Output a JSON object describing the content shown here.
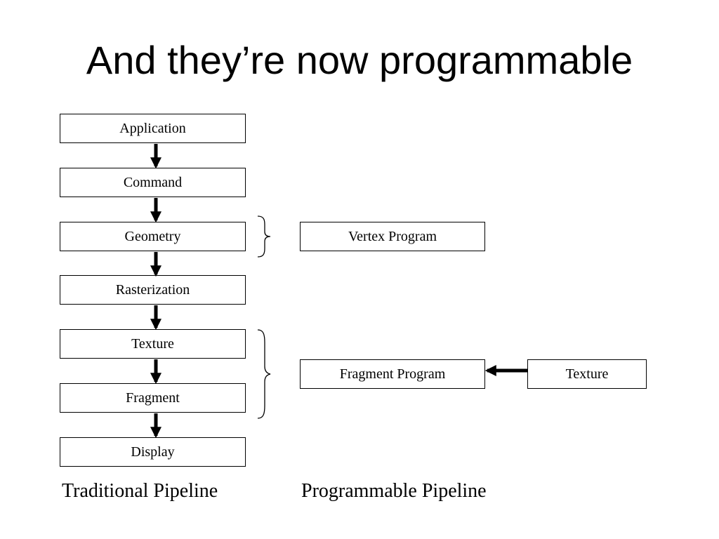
{
  "slide": {
    "title": "And they’re now programmable"
  },
  "traditional": {
    "caption": "Traditional Pipeline",
    "stages": [
      "Application",
      "Command",
      "Geometry",
      "Rasterization",
      "Texture",
      "Fragment",
      "Display"
    ]
  },
  "programmable": {
    "caption": "Programmable Pipeline",
    "vertex_program": "Vertex Program",
    "fragment_program": "Fragment Program",
    "texture_input": "Texture"
  },
  "colors": {
    "line": "#000000",
    "background": "#ffffff"
  }
}
